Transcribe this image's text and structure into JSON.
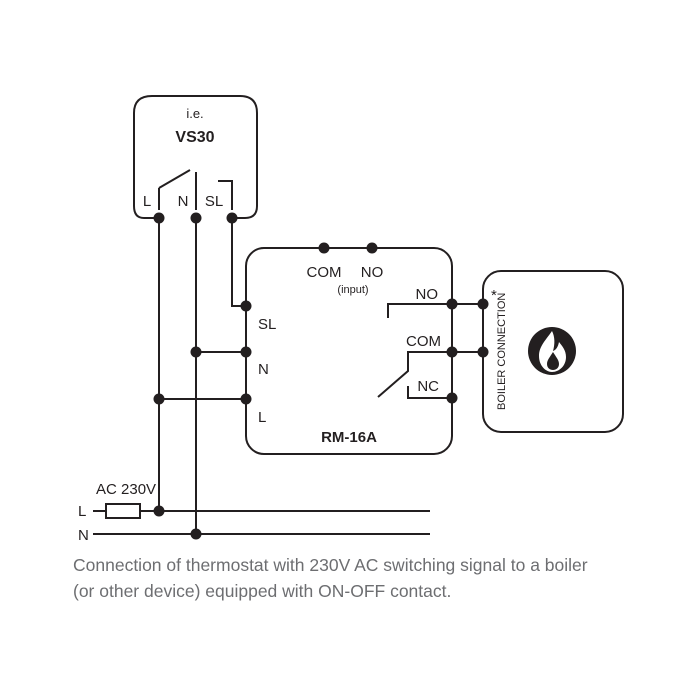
{
  "thermostat": {
    "hint": "i.e.",
    "model": "VS30",
    "terminals": [
      "L",
      "N",
      "SL"
    ]
  },
  "controller": {
    "model": "RM-16A",
    "input_terminals": [
      "COM",
      "NO"
    ],
    "input_note": "(input)",
    "left_terminals": [
      "SL",
      "N",
      "L"
    ],
    "relay_terminals": [
      "NO",
      "COM",
      "NC"
    ]
  },
  "boiler": {
    "label": "BOILER CONNECTION",
    "mark": "*",
    "icon": "flame-icon"
  },
  "supply": {
    "label": "AC 230V",
    "line_label": "L",
    "neutral_label": "N"
  },
  "caption": {
    "line1": "Connection of thermostat with 230V AC switching signal to a boiler",
    "line2": "(or other device) equipped with ON-OFF contact."
  },
  "colors": {
    "line": "#231f20",
    "caption": "#6d6e71",
    "background": "#ffffff"
  }
}
